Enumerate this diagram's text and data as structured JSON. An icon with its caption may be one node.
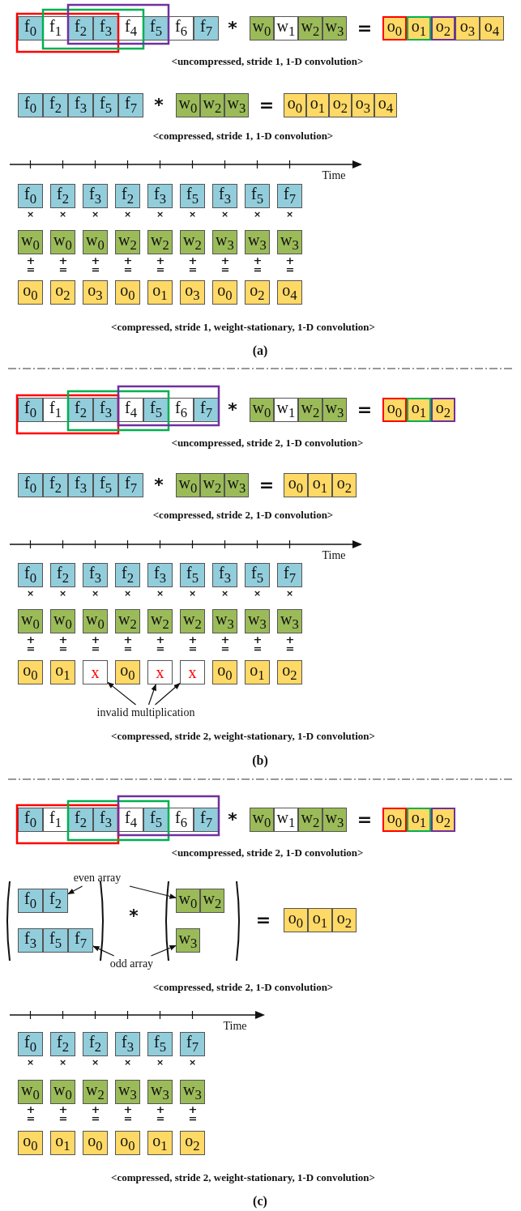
{
  "diagram": {
    "nodes": [
      {
        "text": [
          "f$_{0}$"
        ]
      },
      {
        "text": [
          "f$_{1}$"
        ]
      },
      {
        "text": [
          "f$_{2}$"
        ]
      },
      {
        "text": [
          "f$_{3}$"
        ]
      },
      {
        "text": [
          "f$_{4}$"
        ]
      },
      {
        "text": [
          "f$_{5}$"
        ]
      },
      {
        "text": [
          "f$_{6}$"
        ]
      },
      {
        "text": [
          "f$_{7}$"
        ]
      },
      {
        "text": [
          "w$_{0}$"
        ]
      },
      {
        "text": [
          "w$_{1}$"
        ]
      },
      {
        "text": [
          "w$_{2}$"
        ]
      },
      {
        "text": [
          "w$_{3}$"
        ]
      },
      {
        "text": [
          "o$_{0}$"
        ]
      },
      {
        "text": [
          "o$_{1}$"
        ]
      },
      {
        "text": [
          "o$_{2}$"
        ]
      },
      {
        "text": [
          "o$_{3}$"
        ]
      },
      {
        "text": [
          "o$_{4}$"
        ]
      },
      {
        "text": [
          "f$_{0}$"
        ]
      },
      {
        "text": [
          "f$_{2}$"
        ]
      },
      {
        "text": [
          "f$_{3}$"
        ]
      },
      {
        "text": [
          "f$_{5}$"
        ]
      },
      {
        "text": [
          "f$_{7}$"
        ]
      },
      {
        "text": [
          "w$_{0}$"
        ]
      },
      {
        "text": [
          "w$_{2}$"
        ]
      },
      {
        "text": [
          "w$_{3}$"
        ]
      },
      {
        "text": [
          "o$_{0}$"
        ]
      },
      {
        "text": [
          "o$_{1}$"
        ]
      },
      {
        "text": [
          "o$_{2}$"
        ]
      },
      {
        "text": [
          "o$_{3}$"
        ]
      },
      {
        "text": [
          "o$_{4}$"
        ]
      },
      {
        "text": [
          "f$_{0}$"
        ]
      },
      {
        "text": [
          "f$_{2}$"
        ]
      },
      {
        "text": [
          "f$_{3}$"
        ]
      },
      {
        "text": [
          "f$_{2}$"
        ]
      },
      {
        "text": [
          "f$_{3}$"
        ]
      },
      {
        "text": [
          "f$_{5}$"
        ]
      },
      {
        "text": [
          "f$_{3}$"
        ]
      },
      {
        "text": [
          "f$_{5}$"
        ]
      },
      {
        "text": [
          "f$_{7}$"
        ]
      },
      {
        "text": [
          "w$_{0}$"
        ]
      },
      {
        "text": [
          "w$_{0}$"
        ]
      },
      {
        "text": [
          "w$_{0}$"
        ]
      },
      {
        "text": [
          "w$_{2}$"
        ]
      },
      {
        "text": [
          "w$_{2}$"
        ]
      },
      {
        "text": [
          "w$_{2}$"
        ]
      },
      {
        "text": [
          "w$_{3}$"
        ]
      },
      {
        "text": [
          "w$_{3}$"
        ]
      },
      {
        "text": [
          "w$_{3}$"
        ]
      },
      {
        "text": [
          "o$_{0}$"
        ]
      },
      {
        "text": [
          "o$_{2}$"
        ]
      },
      {
        "text": [
          "o$_{3}$"
        ]
      },
      {
        "text": [
          "o$_{0}$"
        ]
      },
      {
        "text": [
          "o$_{1}$"
        ]
      },
      {
        "text": [
          "o$_{3}$"
        ]
      },
      {
        "text": [
          "o$_{0}$"
        ]
      },
      {
        "text": [
          "o$_{2}$"
        ]
      },
      {
        "text": [
          "o$_{4}$"
        ]
      },
      {
        "text": [
          "f$_{0}$"
        ]
      },
      {
        "text": [
          "f$_{1}$"
        ]
      },
      {
        "text": [
          "f$_{2}$"
        ]
      },
      {
        "text": [
          "f$_{3}$"
        ]
      },
      {
        "text": [
          "f$_{4}$"
        ]
      },
      {
        "text": [
          "f$_{5}$"
        ]
      },
      {
        "text": [
          "f$_{6}$"
        ]
      },
      {
        "text": [
          "f$_{7}$"
        ]
      },
      {
        "text": [
          "w$_{0}$"
        ]
      },
      {
        "text": [
          "w$_{1}$"
        ]
      },
      {
        "text": [
          "w$_{2}$"
        ]
      },
      {
        "text": [
          "w$_{3}$"
        ]
      },
      {
        "text": [
          "o$_{0}$"
        ]
      },
      {
        "text": [
          "o$_{1}$"
        ]
      },
      {
        "text": [
          "o$_{2}$"
        ]
      },
      {
        "text": [
          "f$_{0}$"
        ]
      },
      {
        "text": [
          "f$_{2}$"
        ]
      },
      {
        "text": [
          "f$_{3}$"
        ]
      },
      {
        "text": [
          "f$_{5}$"
        ]
      },
      {
        "text": [
          "f$_{7}$"
        ]
      },
      {
        "text": [
          "w$_{0}$"
        ]
      },
      {
        "text": [
          "w$_{2}$"
        ]
      },
      {
        "text": [
          "w$_{3}$"
        ]
      },
      {
        "text": [
          "o$_{0}$"
        ]
      },
      {
        "text": [
          "o$_{1}$"
        ]
      },
      {
        "text": [
          "o$_{2}$"
        ]
      },
      {
        "text": [
          "f$_{0}$"
        ]
      },
      {
        "text": [
          "f$_{2}$"
        ]
      },
      {
        "text": [
          "f$_{3}$"
        ]
      },
      {
        "text": [
          "f$_{2}$"
        ]
      },
      {
        "text": [
          "f$_{3}$"
        ]
      },
      {
        "text": [
          "f$_{5}$"
        ]
      },
      {
        "text": [
          "f$_{3}$"
        ]
      },
      {
        "text": [
          "f$_{5}$"
        ]
      },
      {
        "text": [
          "f$_{7}$"
        ]
      },
      {
        "text": [
          "w$_{0}$"
        ]
      },
      {
        "text": [
          "w$_{0}$"
        ]
      },
      {
        "text": [
          "w$_{0}$"
        ]
      },
      {
        "text": [
          "w$_{2}$"
        ]
      },
      {
        "text": [
          "w$_{2}$"
        ]
      },
      {
        "text": [
          "w$_{2}$"
        ]
      },
      {
        "text": [
          "w$_{3}$"
        ]
      },
      {
        "text": [
          "w$_{3}$"
        ]
      },
      {
        "text": [
          "w$_{3}$"
        ]
      },
      {
        "text": [
          "o$_{0}$"
        ]
      },
      {
        "text": [
          "o$_{1}$"
        ]
      },
      {
        "text": [
          "x"
        ]
      },
      {
        "text": [
          "o$_{0}$"
        ]
      },
      {
        "text": [
          "x"
        ]
      },
      {
        "text": [
          "x"
        ]
      },
      {
        "text": [
          "o$_{0}$"
        ]
      },
      {
        "text": [
          "o$_{1}$"
        ]
      },
      {
        "text": [
          "o$_{2}$"
        ]
      },
      {
        "text": [
          "invalid multiplication"
        ]
      },
      {
        "text": [
          "f$_{0}$"
        ]
      },
      {
        "text": [
          "f$_{1}$"
        ]
      },
      {
        "text": [
          "f$_{2}$"
        ]
      },
      {
        "text": [
          "f$_{3}$"
        ]
      },
      {
        "text": [
          "f$_{4}$"
        ]
      },
      {
        "text": [
          "f$_{5}$"
        ]
      },
      {
        "text": [
          "f$_{6}$"
        ]
      },
      {
        "text": [
          "f$_{7}$"
        ]
      },
      {
        "text": [
          "w$_{0}$"
        ]
      },
      {
        "text": [
          "w$_{1}$"
        ]
      },
      {
        "text": [
          "w$_{2}$"
        ]
      },
      {
        "text": [
          "w$_{3}$"
        ]
      },
      {
        "text": [
          "o$_{0}$"
        ]
      },
      {
        "text": [
          "o$_{1}$"
        ]
      },
      {
        "text": [
          "o$_{2}$"
        ]
      },
      {
        "text": [
          "even array"
        ]
      },
      {
        "text": [
          "f$_{0}$"
        ]
      },
      {
        "text": [
          "f$_{2}$"
        ]
      },
      {
        "text": [
          "w$_{0}$"
        ]
      },
      {
        "text": [
          "w$_{2}$"
        ]
      },
      {
        "text": [
          "o$_{0}$"
        ]
      },
      {
        "text": [
          "o$_{1}$"
        ]
      },
      {
        "text": [
          "o$_{2}$"
        ]
      },
      {
        "text": [
          "f$_{3}$"
        ]
      },
      {
        "text": [
          "f$_{5}$"
        ]
      },
      {
        "text": [
          "f$_{7}$"
        ]
      },
      {
        "text": [
          "w$_{3}$"
        ]
      },
      {
        "text": [
          "odd array"
        ]
      },
      {
        "text": [
          "f$_{0}$"
        ]
      },
      {
        "text": [
          "f$_{2}$"
        ]
      },
      {
        "text": [
          "f$_{2}$"
        ]
      },
      {
        "text": [
          "f$_{3}$"
        ]
      },
      {
        "text": [
          "f$_{5}$"
        ]
      },
      {
        "text": [
          "f$_{7}$"
        ]
      },
      {
        "text": [
          "w$_{0}$"
        ]
      },
      {
        "text": [
          "w$_{0}$"
        ]
      },
      {
        "text": [
          "w$_{2}$"
        ]
      },
      {
        "text": [
          "w$_{3}$"
        ]
      },
      {
        "text": [
          "w$_{3}$"
        ]
      },
      {
        "text": [
          "w$_{3}$"
        ]
      },
      {
        "text": [
          "o$_{0}$"
        ]
      },
      {
        "text": [
          "o$_{1}$"
        ]
      },
      {
        "text": [
          "o$_{0}$"
        ]
      },
      {
        "text": [
          "o$_{0}$"
        ]
      },
      {
        "text": [
          "o$_{1}$"
        ]
      },
      {
        "text": [
          "o$_{2}$"
        ]
      }
    ],
    "edges": [
      {
        "from": 110,
        "to": 103,
        "arrow": "to"
      },
      {
        "from": 110,
        "to": 105,
        "arrow": "to"
      },
      {
        "from": 110,
        "to": 106,
        "arrow": "to"
      },
      {
        "from": 126,
        "to": 128,
        "arrow": "to"
      },
      {
        "from": 126,
        "to": 129,
        "arrow": "to"
      },
      {
        "from": 138,
        "to": 136,
        "arrow": "to"
      },
      {
        "from": 138,
        "to": 137,
        "arrow": "to"
      }
    ],
    "labels": [
      "*",
      "=",
      "<uncompressed, stride 1, 1-D convolution>",
      "*",
      "=",
      "<compressed, stride 1, 1-D convolution>",
      "Time",
      "×",
      "×",
      "×",
      "×",
      "×",
      "×",
      "×",
      "×",
      "×",
      "+ =",
      "+ =",
      "+ =",
      "+ =",
      "+ =",
      "+ =",
      "+ =",
      "+ =",
      "+ =",
      "<compressed, stride 1, weight-stationary, 1-D convolution>",
      "(a)",
      "*",
      "=",
      "<uncompressed, stride 2, 1-D convolution>",
      "*",
      "=",
      "<compressed, stride 2, 1-D convolution>",
      "Time",
      "×",
      "×",
      "×",
      "×",
      "×",
      "×",
      "×",
      "×",
      "×",
      "+ =",
      "+ =",
      "+ =",
      "+ =",
      "+ =",
      "+ =",
      "+ =",
      "+ =",
      "+ =",
      "<compressed, stride 2, weight-stationary, 1-D convolution>",
      "(b)",
      "*",
      "=",
      "<uncompressed, stride 2, 1-D convolution>",
      "*",
      "=",
      "<compressed, stride 2, 1-D convolution>",
      "Time",
      "×",
      "×",
      "×",
      "×",
      "×",
      "×",
      "+ =",
      "+ =",
      "+ =",
      "+ =",
      "+ =",
      "+ =",
      "<compressed, stride 2, weight-stationary, 1-D convolution>",
      "(c)"
    ]
  }
}
